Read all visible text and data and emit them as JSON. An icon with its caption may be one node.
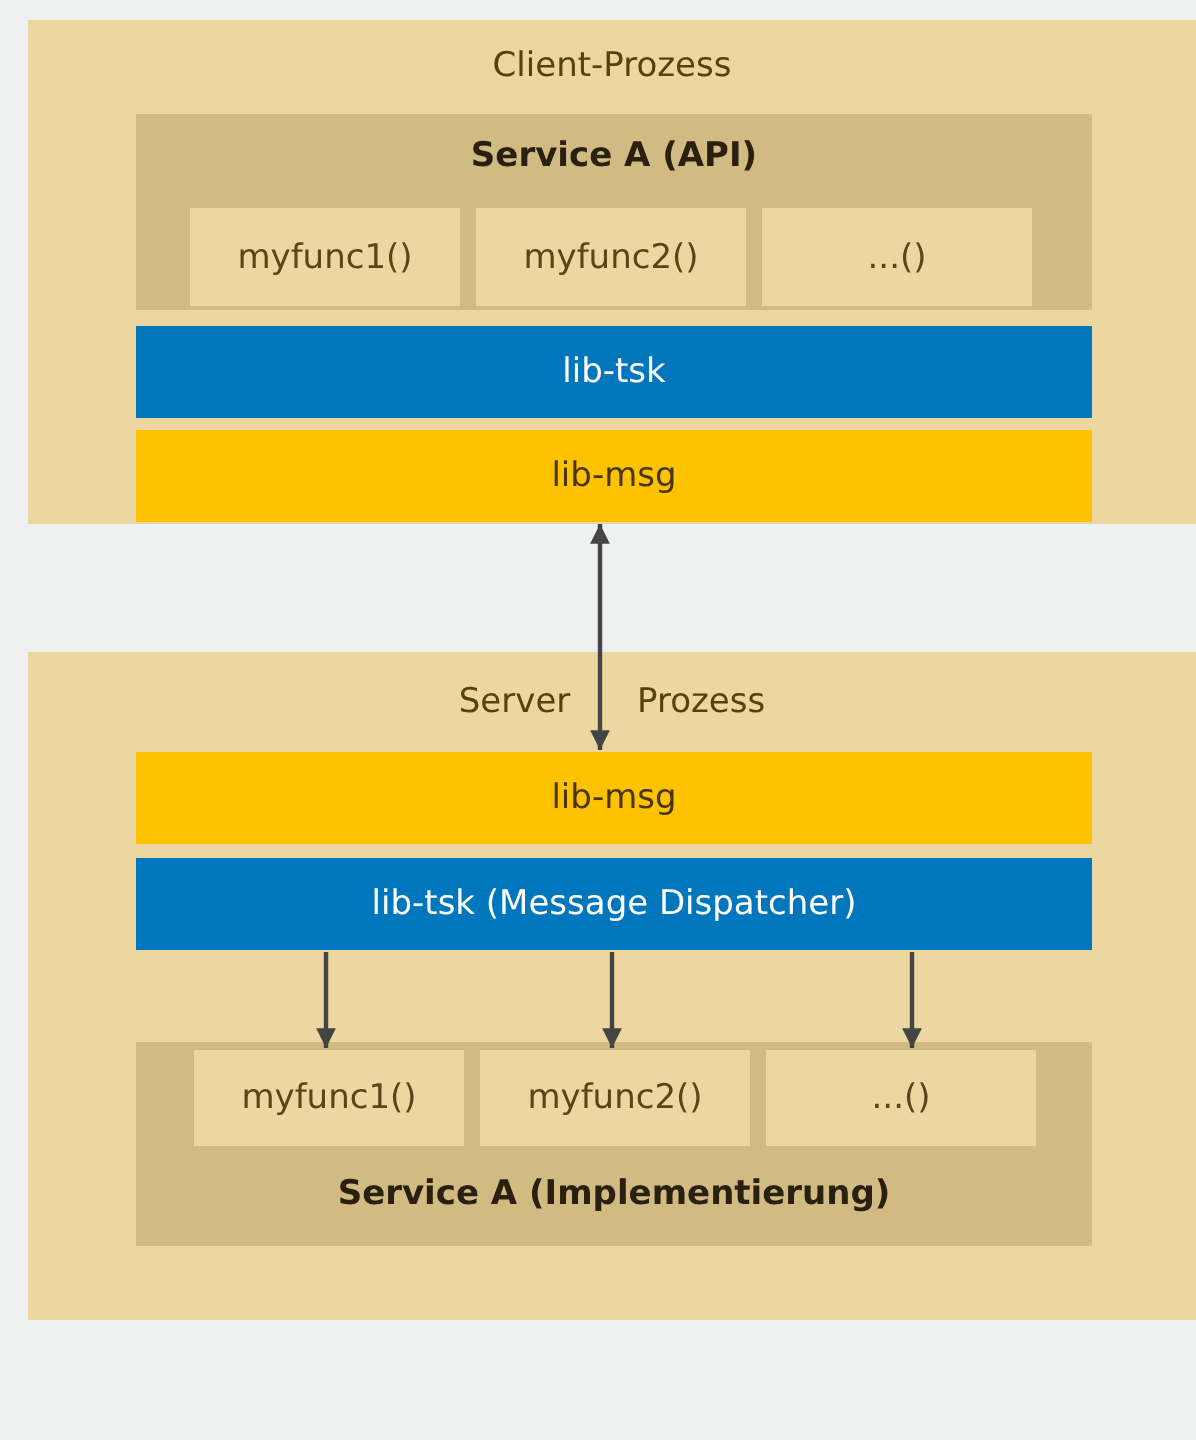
{
  "diagram": {
    "nodes": [
      {
        "text": [
          "Client-Prozess"
        ]
      },
      {
        "text": [
          "Service A (API)"
        ],
        "in": 0
      },
      {
        "text": [
          "myfunc1()"
        ],
        "in": 1
      },
      {
        "text": [
          "myfunc2()"
        ],
        "in": 1
      },
      {
        "text": [
          "...()"
        ],
        "in": 1
      },
      {
        "text": [
          "lib-tsk"
        ],
        "in": 0
      },
      {
        "text": [
          "lib-msg"
        ],
        "in": 0
      },
      {
        "text": [
          "Server Prozess"
        ]
      },
      {
        "text": [
          "lib-msg"
        ],
        "in": 7
      },
      {
        "text": [
          "lib-tsk (Message Dispatcher)"
        ],
        "in": 7
      },
      {
        "text": [
          "Service A (Implementierung)"
        ],
        "in": 7
      },
      {
        "text": [
          "myfunc1()"
        ],
        "in": 10
      },
      {
        "text": [
          "myfunc2()"
        ],
        "in": 10
      },
      {
        "text": [
          "...()"
        ],
        "in": 10
      }
    ],
    "edges": [
      {
        "from": 6,
        "to": 8,
        "arrow": "both"
      },
      {
        "from": 9,
        "to": 11,
        "arrow": "to"
      },
      {
        "from": 9,
        "to": 12,
        "arrow": "to"
      },
      {
        "from": 9,
        "to": 13,
        "arrow": "to"
      }
    ]
  }
}
